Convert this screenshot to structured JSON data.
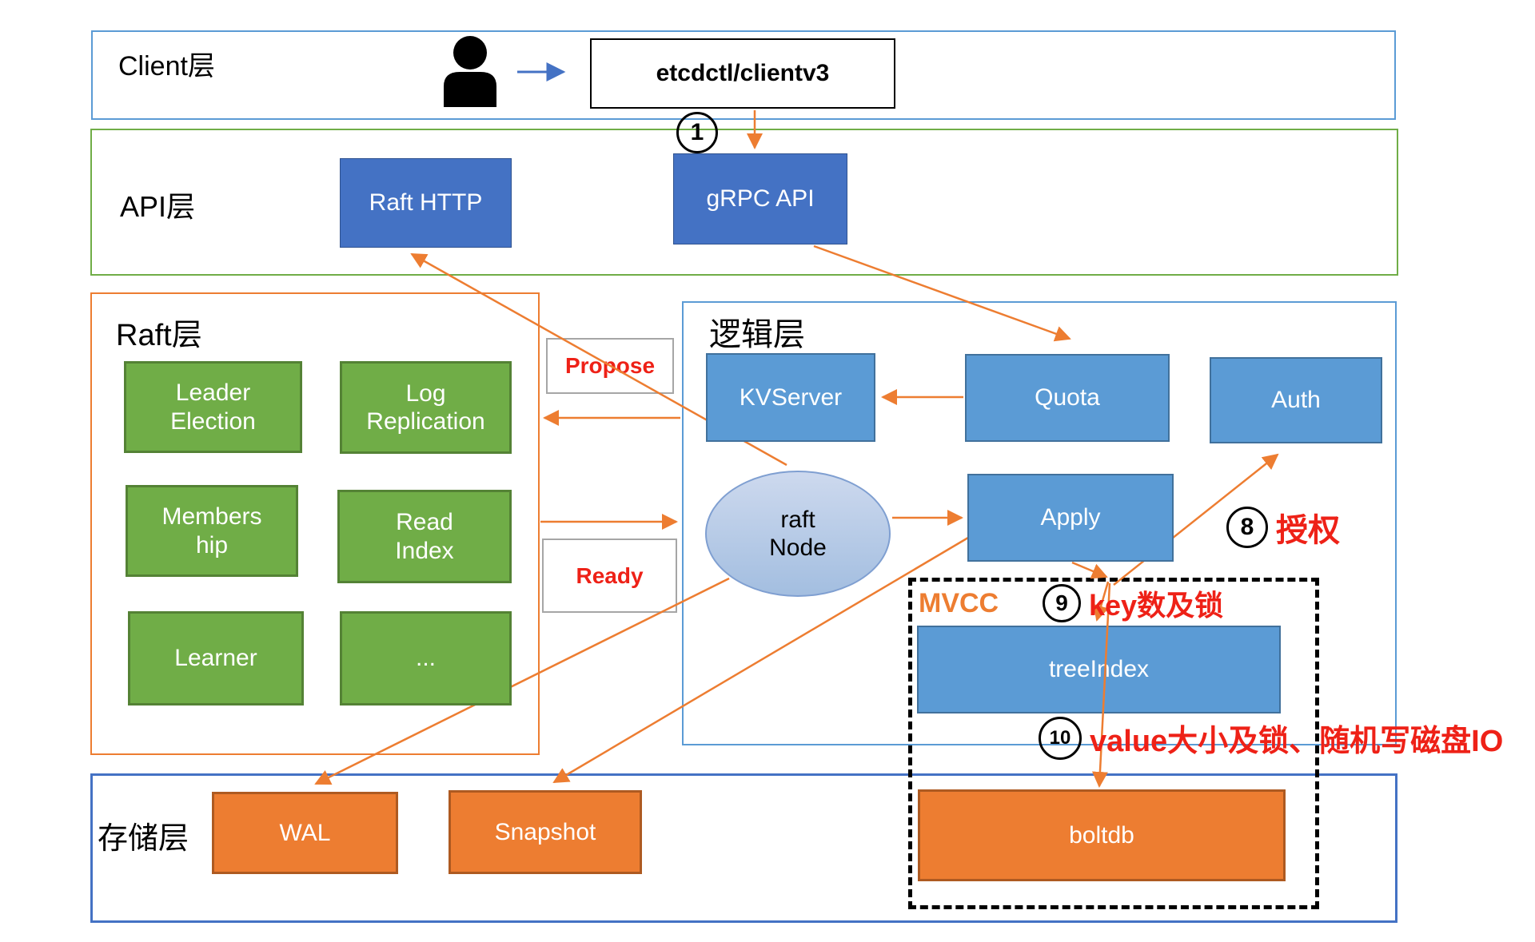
{
  "colors": {
    "arrow": "#ED7D31",
    "blue_arrow": "#4472C4",
    "dark_blue": "#4472C4",
    "mid_blue": "#5B9BD5",
    "green": "#70AD47",
    "green_border": "#548235",
    "orange": "#ED7D31",
    "orange_border": "#AE5A21",
    "red": "#EE2117",
    "client_border": "#5B9BD5",
    "storage_border": "#4472C4",
    "gray_border": "#A6A6A6",
    "ellipse_fill_top": "#CDD9EE",
    "ellipse_fill_bottom": "#A3BEE0",
    "ellipse_border": "#7F9FD1"
  },
  "layers": {
    "client": {
      "label": "Client层"
    },
    "api": {
      "label": "API层"
    },
    "raft": {
      "label": "Raft层"
    },
    "logic": {
      "label": "逻辑层"
    },
    "storage": {
      "label": "存储层"
    }
  },
  "nodes": {
    "etcdctl": {
      "label": "etcdctl/clientv3"
    },
    "raft_http": {
      "label": "Raft HTTP"
    },
    "grpc_api": {
      "label": "gRPC API"
    },
    "leader_election": {
      "lines": [
        "Leader",
        "Election"
      ]
    },
    "log_replication": {
      "lines": [
        "Log",
        "Replication"
      ]
    },
    "membership": {
      "lines": [
        "Members",
        "hip"
      ]
    },
    "read_index": {
      "lines": [
        "Read",
        "Index"
      ]
    },
    "learner": {
      "label": "Learner"
    },
    "more": {
      "label": "..."
    },
    "kvserver": {
      "label": "KVServer"
    },
    "quota": {
      "label": "Quota"
    },
    "auth": {
      "label": "Auth"
    },
    "apply": {
      "label": "Apply"
    },
    "raft_node": {
      "lines": [
        "raft",
        "Node"
      ]
    },
    "mvcc": {
      "label": "MVCC"
    },
    "treeindex": {
      "label": "treeIndex"
    },
    "wal": {
      "label": "WAL"
    },
    "snapshot": {
      "label": "Snapshot"
    },
    "boltdb": {
      "label": "boltdb"
    }
  },
  "flow_labels": {
    "propose": "Propose",
    "ready": "Ready"
  },
  "steps": {
    "s1": {
      "num": "1"
    },
    "s8": {
      "num": "8",
      "text": "授权"
    },
    "s9": {
      "num": "9",
      "text": "key数及锁"
    },
    "s10": {
      "num": "10",
      "text": "value大小及锁、随机写磁盘IO"
    }
  }
}
